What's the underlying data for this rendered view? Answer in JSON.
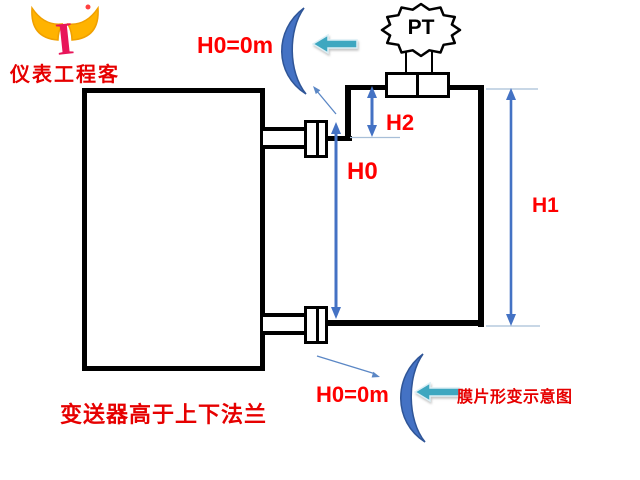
{
  "logo": {
    "brand_text": "仪表工程客",
    "mark": "I",
    "horn_color": "#FFB300",
    "mark_color": "#E8155A"
  },
  "labels": {
    "h0_top": "H0=0m",
    "h2": "H2",
    "h0_mid": "H0",
    "h1": "H1",
    "h0_bottom": "H0=0m",
    "pt": "PT"
  },
  "captions": {
    "bottom_caption": "变送器高于上下法兰",
    "diaphragm_note": "膜片形变示意图"
  },
  "colors": {
    "label_red": "#FF0000",
    "cjk_red": "#E60000",
    "dimension_arrow_blue": "#4472C4",
    "crescent_fill": "#4472C4",
    "crescent_stroke": "#2F5597",
    "teal_arrow_fill": "#3EA7C0",
    "line_black": "#000000",
    "extension_line_gray": "#A8BFD8",
    "background": "#FFFFFF"
  }
}
